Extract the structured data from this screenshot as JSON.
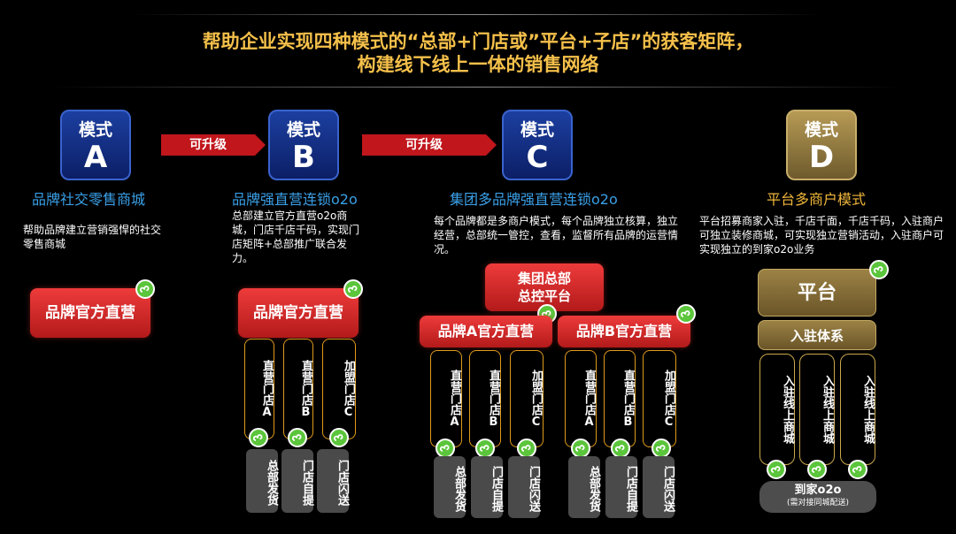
{
  "title": {
    "line1": "帮助企业实现四种模式的“总部+门店或”平台+子店”的获客矩阵，",
    "line2": "构建线下线上一体的销售网络"
  },
  "modes": {
    "a": {
      "label": "模式",
      "letter": "A",
      "name": "品牌社交零售商城",
      "desc": "帮助品牌建立营销强悍的社交零售商城"
    },
    "b": {
      "label": "模式",
      "letter": "B",
      "name": "品牌强直营连锁o2o",
      "desc": "总部建立官方直营o2o商城，门店千店千码，实现门店矩阵+总部推广联合发力。"
    },
    "c": {
      "label": "模式",
      "letter": "C",
      "name": "集团多品牌强直营连锁o2o",
      "desc": "每个品牌都是多商户模式，每个品牌独立核算，独立经营，总部统一管控，查看，监督所有品牌的运营情况。"
    },
    "d": {
      "label": "模式",
      "letter": "D",
      "name": "平台多商户模式",
      "desc": "平台招募商家入驻，千店千面，千店千码，入驻商户可独立装修商城，可实现独立营销活动，入驻商户可实现独立的到家o2o业务"
    }
  },
  "arrows": {
    "ab": "可升级",
    "bc": "可升级"
  },
  "diagram": {
    "a_official": "品牌官方直营",
    "b_official": "品牌官方直营",
    "b_stores": [
      "直营门店A",
      "直营门店B",
      "加盟门店C"
    ],
    "b_services": [
      "总部发货",
      "门店自提",
      "门店闪送"
    ],
    "c_hq_line1": "集团总部",
    "c_hq_line2": "总控平台",
    "c_brand_a": "品牌A官方直营",
    "c_brand_b": "品牌B官方直营",
    "c_stores": [
      "直营门店A",
      "直营门店B",
      "加盟门店C",
      "直营门店A",
      "直营门店B",
      "加盟门店C"
    ],
    "c_services": [
      "总部发货",
      "门店自提",
      "门店闪送",
      "总部发货",
      "门店自提",
      "门店闪送"
    ],
    "d_platform": "平台",
    "d_system": "入驻体系",
    "d_malls": [
      "入驻线上商城",
      "入驻线上商城",
      "入驻线上商城"
    ],
    "d_o2o": "到家o2o",
    "d_o2o_note": "(需对接同城配送)"
  },
  "colors": {
    "title": "#f5c04a",
    "mode_name_blue": "#3aa0e8",
    "mode_name_gold": "#f0b63a",
    "mini_program": "#5bc53b"
  }
}
